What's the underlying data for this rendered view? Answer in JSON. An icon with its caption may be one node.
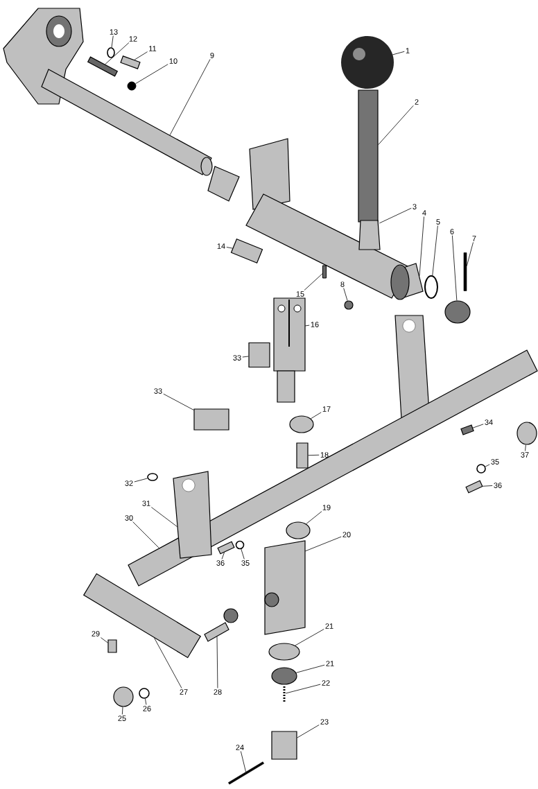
{
  "diagram": {
    "nodes": [
      {
        "text": [
          "1"
        ]
      },
      {
        "text": [
          "2"
        ]
      },
      {
        "text": [
          "3"
        ]
      },
      {
        "text": [
          "4"
        ]
      },
      {
        "text": [
          "5"
        ]
      },
      {
        "text": [
          "6"
        ]
      },
      {
        "text": [
          "7"
        ]
      },
      {
        "text": [
          "8"
        ]
      },
      {
        "text": [
          "9"
        ]
      },
      {
        "text": [
          "10"
        ]
      },
      {
        "text": [
          "11"
        ]
      },
      {
        "text": [
          "12"
        ]
      },
      {
        "text": [
          "13"
        ]
      },
      {
        "text": [
          "14"
        ]
      },
      {
        "text": [
          "15"
        ]
      },
      {
        "text": [
          "16"
        ]
      },
      {
        "text": [
          "17"
        ]
      },
      {
        "text": [
          "18"
        ]
      },
      {
        "text": [
          "19"
        ]
      },
      {
        "text": [
          "20"
        ]
      },
      {
        "text": [
          "21"
        ]
      },
      {
        "text": [
          "21"
        ]
      },
      {
        "text": [
          "22"
        ]
      },
      {
        "text": [
          "23"
        ]
      },
      {
        "text": [
          "24"
        ]
      },
      {
        "text": [
          "25"
        ]
      },
      {
        "text": [
          "26"
        ]
      },
      {
        "text": [
          "27"
        ]
      },
      {
        "text": [
          "28"
        ]
      },
      {
        "text": [
          "29"
        ]
      },
      {
        "text": [
          "30"
        ]
      },
      {
        "text": [
          "31"
        ]
      },
      {
        "text": [
          "32"
        ]
      },
      {
        "text": [
          "33"
        ]
      },
      {
        "text": [
          "33"
        ]
      },
      {
        "text": [
          "34"
        ]
      },
      {
        "text": [
          "35"
        ]
      },
      {
        "text": [
          "36"
        ]
      },
      {
        "text": [
          "35"
        ]
      },
      {
        "text": [
          "36"
        ]
      },
      {
        "text": [
          "37"
        ]
      },
      {
        "text": [],
        "shape": "picture"
      },
      {
        "text": [],
        "shape": "box"
      },
      {
        "text": [],
        "shape": "picture"
      },
      {
        "text": [],
        "shape": "picture"
      },
      {
        "text": [],
        "shape": "circle"
      },
      {
        "text": [],
        "shape": "circle"
      },
      {
        "text": [],
        "shape": "box"
      },
      {
        "text": [],
        "shape": "circle"
      },
      {
        "text": [],
        "shape": "picture"
      },
      {
        "text": [],
        "shape": "circle"
      },
      {
        "text": [],
        "shape": "box"
      },
      {
        "text": [],
        "shape": "box"
      },
      {
        "text": [],
        "shape": "circle"
      },
      {
        "text": [],
        "shape": "box"
      },
      {
        "text": [],
        "shape": "box"
      },
      {
        "text": [],
        "shape": "picture"
      },
      {
        "text": [],
        "shape": "circle"
      },
      {
        "text": [],
        "shape": "box"
      },
      {
        "text": [],
        "shape": "circle"
      },
      {
        "text": [],
        "shape": "picture"
      },
      {
        "text": [],
        "shape": "circle"
      },
      {
        "text": [],
        "shape": "circle"
      },
      {
        "text": [],
        "shape": "picture"
      },
      {
        "text": [],
        "shape": "box"
      },
      {
        "text": [],
        "shape": "box"
      },
      {
        "text": [],
        "shape": "circle"
      },
      {
        "text": [],
        "shape": "circle"
      },
      {
        "text": [],
        "shape": "box"
      },
      {
        "text": [],
        "shape": "picture"
      },
      {
        "text": [],
        "shape": "box"
      },
      {
        "text": [],
        "shape": "picture"
      },
      {
        "text": [],
        "shape": "picture"
      },
      {
        "text": [],
        "shape": "circle"
      },
      {
        "text": [],
        "shape": "box"
      },
      {
        "text": [],
        "shape": "box"
      },
      {
        "text": [],
        "shape": "box"
      },
      {
        "text": [],
        "shape": "circle"
      },
      {
        "text": [],
        "shape": "box"
      },
      {
        "text": [],
        "shape": "circle"
      },
      {
        "text": [],
        "shape": "box"
      },
      {
        "text": [],
        "shape": "circle"
      }
    ],
    "edges": [
      {
        "from": 0,
        "to": 41,
        "arrow": "none"
      },
      {
        "from": 1,
        "to": 42,
        "arrow": "none"
      },
      {
        "from": 2,
        "to": 43,
        "arrow": "none"
      },
      {
        "from": 3,
        "to": 44,
        "arrow": "none"
      },
      {
        "from": 4,
        "to": 45,
        "arrow": "none"
      },
      {
        "from": 5,
        "to": 46,
        "arrow": "none"
      },
      {
        "from": 6,
        "to": 47,
        "arrow": "none"
      },
      {
        "from": 7,
        "to": 48,
        "arrow": "none"
      },
      {
        "from": 8,
        "to": 49,
        "arrow": "none"
      },
      {
        "from": 9,
        "to": 50,
        "arrow": "none"
      },
      {
        "from": 10,
        "to": 51,
        "arrow": "none"
      },
      {
        "from": 11,
        "to": 52,
        "arrow": "none"
      },
      {
        "from": 12,
        "to": 53,
        "arrow": "none"
      },
      {
        "from": 13,
        "to": 54,
        "arrow": "none"
      },
      {
        "from": 14,
        "to": 55,
        "arrow": "none"
      },
      {
        "from": 15,
        "to": 56,
        "arrow": "none"
      },
      {
        "from": 16,
        "to": 57,
        "arrow": "none"
      },
      {
        "from": 17,
        "to": 58,
        "arrow": "none"
      },
      {
        "from": 18,
        "to": 59,
        "arrow": "none"
      },
      {
        "from": 19,
        "to": 60,
        "arrow": "none"
      },
      {
        "from": 20,
        "to": 61,
        "arrow": "none"
      },
      {
        "from": 21,
        "to": 62,
        "arrow": "none"
      },
      {
        "from": 22,
        "to": 63,
        "arrow": "none"
      },
      {
        "from": 23,
        "to": 64,
        "arrow": "none"
      },
      {
        "from": 24,
        "to": 65,
        "arrow": "none"
      },
      {
        "from": 25,
        "to": 66,
        "arrow": "none"
      },
      {
        "from": 26,
        "to": 67,
        "arrow": "none"
      },
      {
        "from": 27,
        "to": 68,
        "arrow": "none"
      },
      {
        "from": 28,
        "to": 69,
        "arrow": "none"
      },
      {
        "from": 29,
        "to": 70,
        "arrow": "none"
      },
      {
        "from": 30,
        "to": 71,
        "arrow": "none"
      },
      {
        "from": 31,
        "to": 72,
        "arrow": "none"
      },
      {
        "from": 32,
        "to": 73,
        "arrow": "none"
      },
      {
        "from": 33,
        "to": 74,
        "arrow": "none"
      },
      {
        "from": 34,
        "to": 75,
        "arrow": "none"
      },
      {
        "from": 35,
        "to": 76,
        "arrow": "none"
      },
      {
        "from": 36,
        "to": 77,
        "arrow": "none"
      },
      {
        "from": 37,
        "to": 78,
        "arrow": "none"
      },
      {
        "from": 38,
        "to": 79,
        "arrow": "none"
      },
      {
        "from": 39,
        "to": 80,
        "arrow": "none"
      },
      {
        "from": 40,
        "to": 81,
        "arrow": "none"
      }
    ]
  }
}
